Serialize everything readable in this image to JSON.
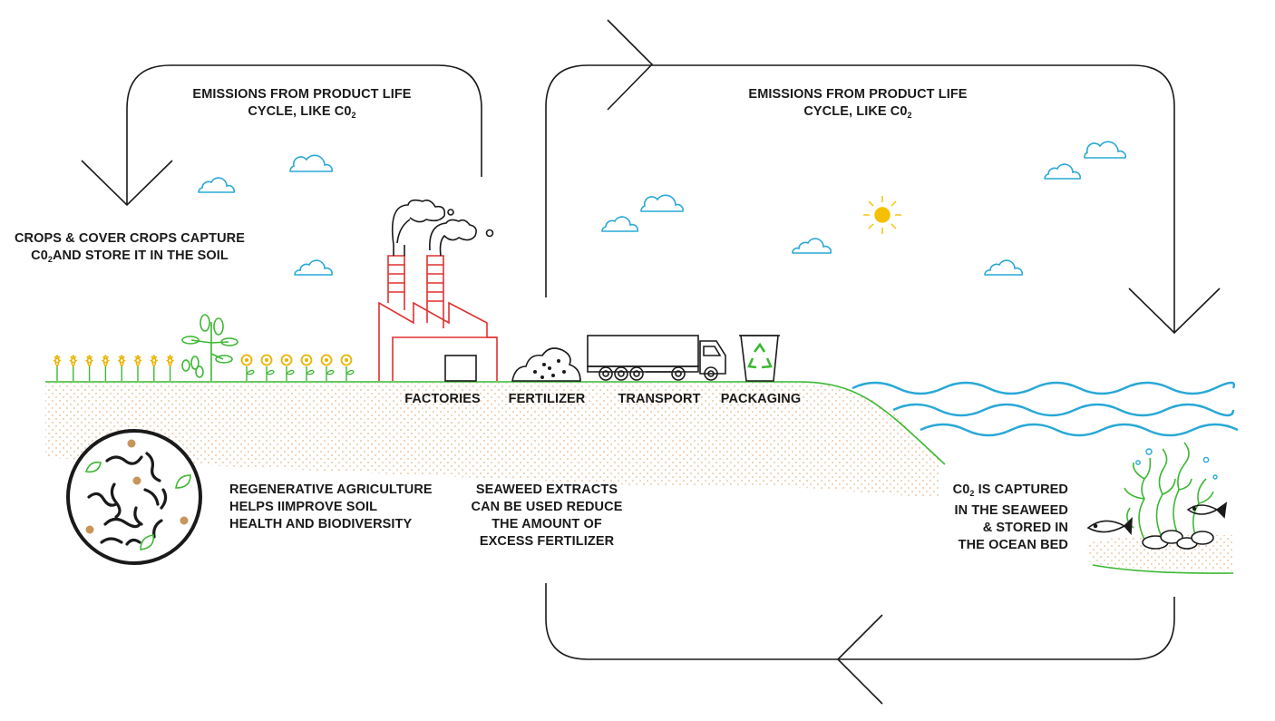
{
  "labels": {
    "emissions_left_1": "EMISSIONS FROM PRODUCT LIFE",
    "emissions_left_2": "CYCLE, LIKE C0",
    "emissions_right_1": "EMISSIONS FROM PRODUCT LIFE",
    "emissions_right_2": "CYCLE, LIKE C0",
    "subscript_two": "2",
    "crops_1": "CROPS & COVER CROPS CAPTURE",
    "crops_2a": "C0",
    "crops_2b": "AND STORE IT IN THE SOIL",
    "factories": "FACTORIES",
    "fertilizer": "FERTILIZER",
    "transport": "TRANSPORT",
    "packaging": "PACKAGING",
    "regen_1": "REGENERATIVE AGRICULTURE",
    "regen_2": "HELPS IIMPROVE SOIL",
    "regen_3": "HEALTH AND BIODIVERSITY",
    "seaweed_1": "SEAWEED EXTRACTS",
    "seaweed_2": "CAN BE USED REDUCE",
    "seaweed_3": "THE AMOUNT OF",
    "seaweed_4": "EXCESS FERTILIZER",
    "ocean_1a": "C0",
    "ocean_1b": " IS CAPTURED",
    "ocean_2": "IN THE SEAWEED",
    "ocean_3": "& STORED IN",
    "ocean_4": "THE OCEAN BED"
  },
  "colors": {
    "line": "#1a1a1a",
    "green": "#3cb832",
    "cloud": "#29a8d6",
    "water": "#29a8d6",
    "sun": "#f5c000",
    "factory": "#e03030",
    "wheat": "#e8b400",
    "soil_dots": "#e6b98a",
    "nut": "#c8955a"
  },
  "icons": [
    "cycle-arrow",
    "cloud-icon",
    "sun-icon",
    "factory-icon",
    "fertilizer-pile-icon",
    "truck-icon",
    "recycle-bin-icon",
    "soil-circle-icon",
    "seaweed-icon",
    "fish-icon",
    "wheat-icon",
    "sunflower-icon",
    "tree-icon",
    "wave-icon"
  ]
}
